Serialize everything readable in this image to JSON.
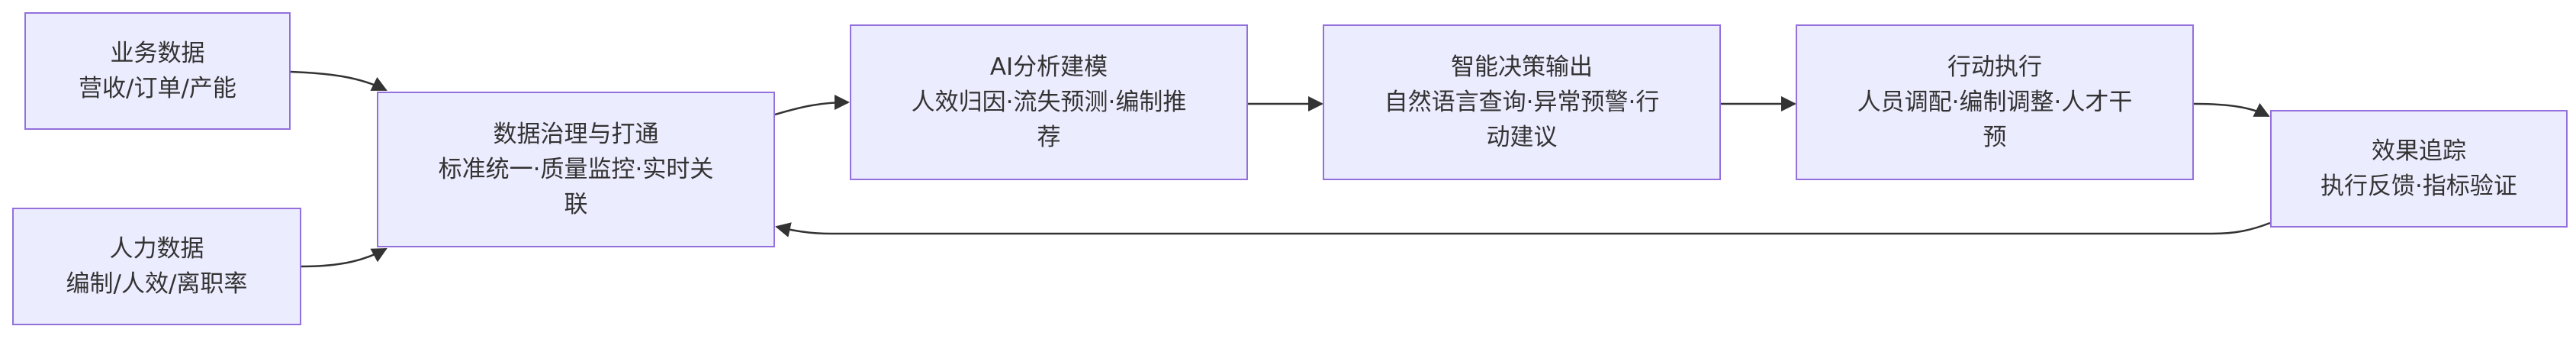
{
  "nodes": {
    "business": {
      "title": "业务数据",
      "desc": "营收/订单/产能"
    },
    "hr": {
      "title": "人力数据",
      "desc": "编制/人效/离职率"
    },
    "governance": {
      "title": "数据治理与打通",
      "desc": "标准统一·质量监控·实时关\n联"
    },
    "ai": {
      "title": "AI分析建模",
      "desc": "人效归因·流失预测·编制推\n荐"
    },
    "decision": {
      "title": "智能决策输出",
      "desc": "自然语言查询·异常预警·行\n动建议"
    },
    "action": {
      "title": "行动执行",
      "desc": "人员调配·编制调整·人才干\n预"
    },
    "tracking": {
      "title": "效果追踪",
      "desc": "执行反馈·指标验证"
    }
  },
  "colors": {
    "node_fill": "#ececff",
    "node_border": "#9370db",
    "edge": "#333333",
    "text": "#333333"
  }
}
